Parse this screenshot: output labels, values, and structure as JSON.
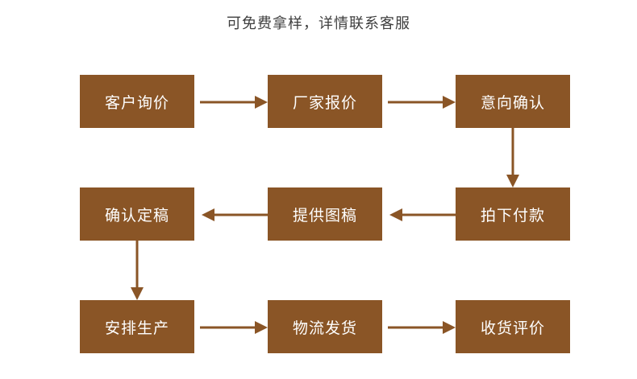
{
  "title": "可免费拿样，详情联系客服",
  "theme": {
    "node_fill": "#8a5526",
    "node_text": "#ffffff",
    "arrow_color": "#8a5526",
    "title_color": "#3f3f3f",
    "background": "#ffffff"
  },
  "flow": {
    "nodes": [
      {
        "id": "n1",
        "label": "客户询价"
      },
      {
        "id": "n2",
        "label": "厂家报价"
      },
      {
        "id": "n3",
        "label": "意向确认"
      },
      {
        "id": "n4",
        "label": "确认定稿"
      },
      {
        "id": "n5",
        "label": "提供图稿"
      },
      {
        "id": "n6",
        "label": "拍下付款"
      },
      {
        "id": "n7",
        "label": "安排生产"
      },
      {
        "id": "n8",
        "label": "物流发货"
      },
      {
        "id": "n9",
        "label": "收货评价"
      }
    ],
    "edges": [
      {
        "from": "n1",
        "to": "n2",
        "direction": "right"
      },
      {
        "from": "n2",
        "to": "n3",
        "direction": "right"
      },
      {
        "from": "n3",
        "to": "n6",
        "direction": "down"
      },
      {
        "from": "n6",
        "to": "n5",
        "direction": "left"
      },
      {
        "from": "n5",
        "to": "n4",
        "direction": "left"
      },
      {
        "from": "n4",
        "to": "n7",
        "direction": "down"
      },
      {
        "from": "n7",
        "to": "n8",
        "direction": "right"
      },
      {
        "from": "n8",
        "to": "n9",
        "direction": "right"
      }
    ]
  }
}
